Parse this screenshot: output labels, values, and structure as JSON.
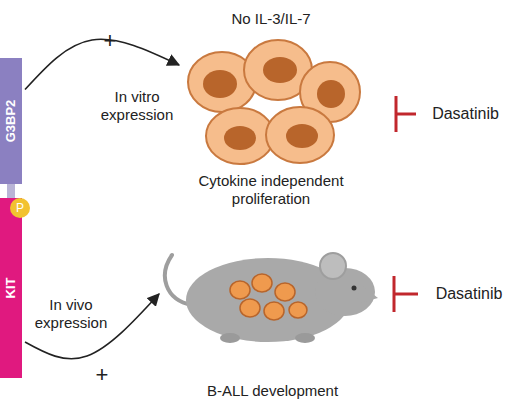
{
  "diagram": {
    "nodes": [
      {
        "text": [
          "G3BP2"
        ]
      },
      {
        "text": [
          "KIT"
        ]
      },
      {
        "text": [
          "P"
        ],
        "in": 1
      },
      {
        "text": [
          "No IL-3/IL-7",
          "Cytokine independent proliferation"
        ]
      },
      {
        "text": [
          "B-ALL development"
        ]
      }
    ],
    "edges": [
      {
        "from": 0,
        "to": 3,
        "arrow": "to",
        "label": "In vitro expression"
      },
      {
        "from": 1,
        "to": 4,
        "arrow": "to",
        "label": "In vivo expression"
      }
    ],
    "labels": [
      "+",
      "+",
      "Dasatinib",
      "Dasatinib"
    ]
  }
}
